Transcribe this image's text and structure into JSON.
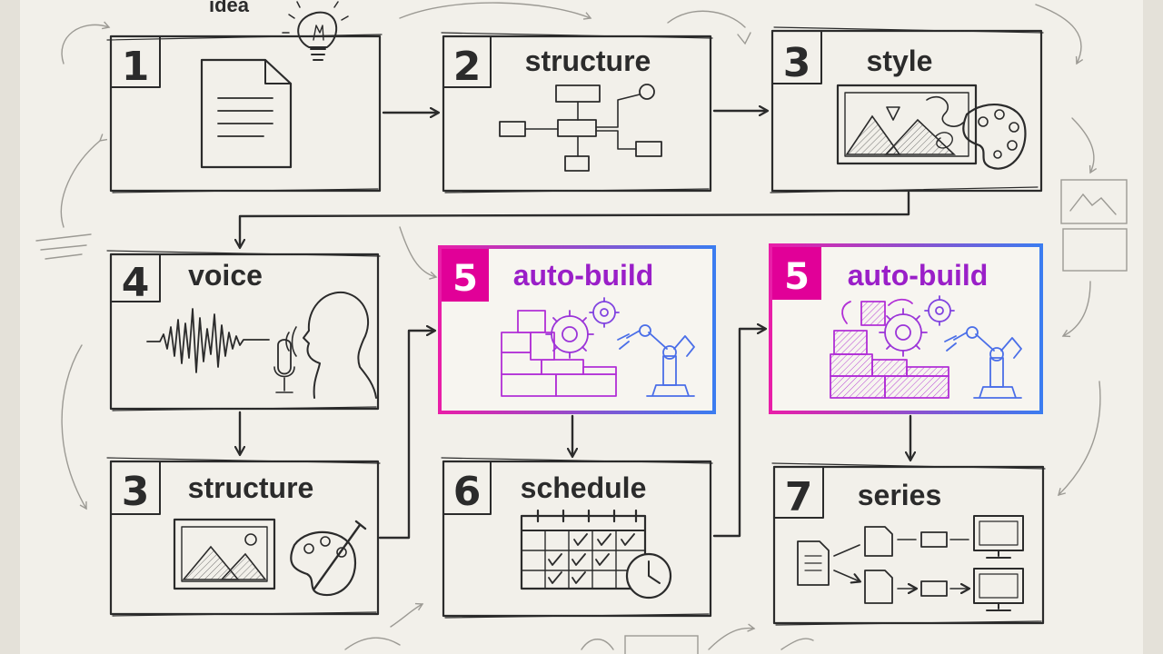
{
  "colors": {
    "paper": "#f2f0ea",
    "ink": "#2b2b2b",
    "accent_start": "#e91ea8",
    "accent_end": "#3b7cf0",
    "accent_badge": "#e10098"
  },
  "idea_label": "idea",
  "steps": [
    {
      "id": "step-1",
      "number": "1",
      "label": "",
      "icon": "document-icon"
    },
    {
      "id": "step-2",
      "number": "2",
      "label": "structure",
      "icon": "flowchart-icon"
    },
    {
      "id": "step-3",
      "number": "3",
      "label": "style",
      "icon": "palette-landscape-icon"
    },
    {
      "id": "step-4",
      "number": "4",
      "label": "voice",
      "icon": "waveform-speaker-icon"
    },
    {
      "id": "step-5a",
      "number": "5",
      "label": "auto-build",
      "icon": "robot-blocks-icon",
      "highlighted": true
    },
    {
      "id": "step-5b",
      "number": "5",
      "label": "auto-build",
      "icon": "robot-blocks-icon",
      "highlighted": true
    },
    {
      "id": "step-3b",
      "number": "3",
      "label": "structure",
      "icon": "picture-palette-icon"
    },
    {
      "id": "step-6",
      "number": "6",
      "label": "schedule",
      "icon": "calendar-clock-icon"
    },
    {
      "id": "step-7",
      "number": "7",
      "label": "series",
      "icon": "document-distribution-icon"
    }
  ],
  "connections": [
    {
      "from": "step-1",
      "to": "step-2"
    },
    {
      "from": "step-2",
      "to": "step-3"
    },
    {
      "from": "step-3",
      "to": "step-4"
    },
    {
      "from": "step-4",
      "to": "step-3b"
    },
    {
      "from": "step-3b",
      "to": "step-5a"
    },
    {
      "from": "step-5a",
      "to": "step-6"
    },
    {
      "from": "step-6",
      "to": "step-5b"
    },
    {
      "from": "step-5b",
      "to": "step-7"
    }
  ]
}
